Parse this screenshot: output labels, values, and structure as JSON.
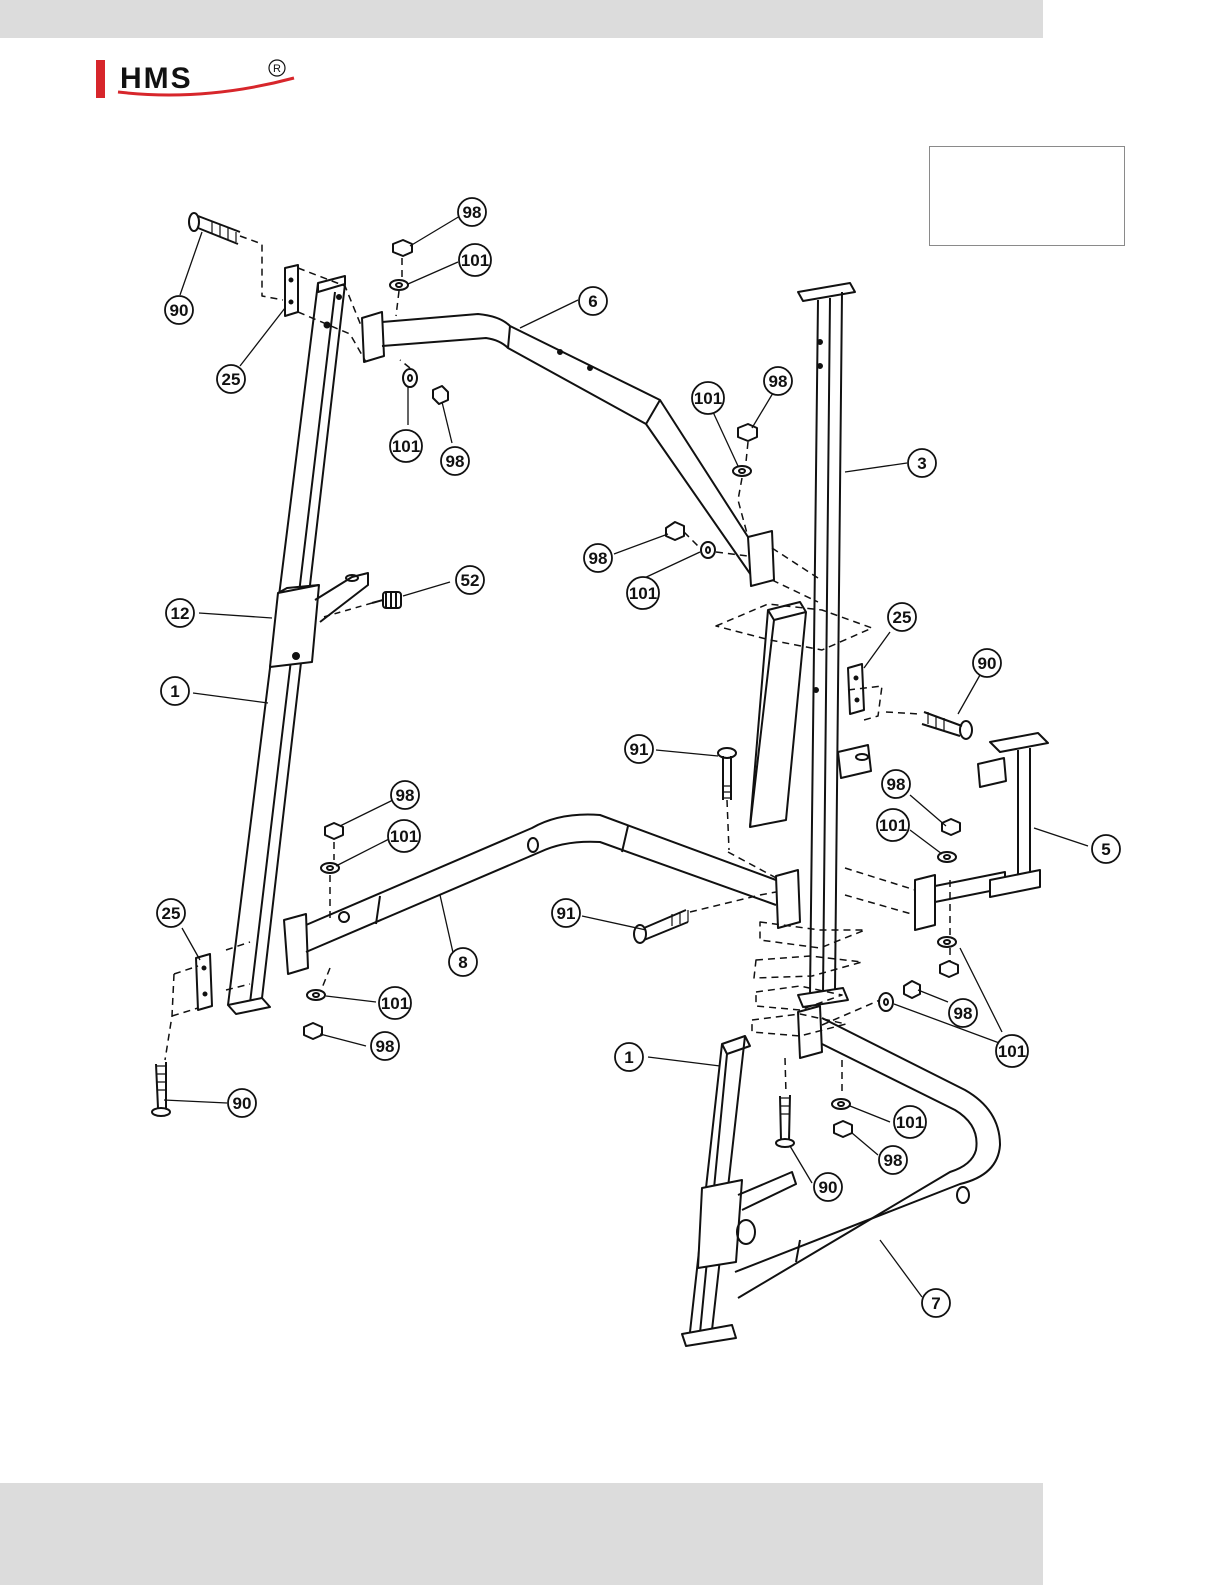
{
  "brand": {
    "logo_text": "HMS",
    "registered_mark": "R",
    "accent_color": "#d7262b"
  },
  "callouts": [
    {
      "id": "c-90-a",
      "label": "90"
    },
    {
      "id": "c-25-a",
      "label": "25"
    },
    {
      "id": "c-98-a",
      "label": "98"
    },
    {
      "id": "c-101-a",
      "label": "101"
    },
    {
      "id": "c-6",
      "label": "6"
    },
    {
      "id": "c-101-b",
      "label": "101"
    },
    {
      "id": "c-98-b",
      "label": "98"
    },
    {
      "id": "c-101-c",
      "label": "101"
    },
    {
      "id": "c-98-c",
      "label": "98"
    },
    {
      "id": "c-3",
      "label": "3"
    },
    {
      "id": "c-98-d",
      "label": "98"
    },
    {
      "id": "c-101-d",
      "label": "101"
    },
    {
      "id": "c-52",
      "label": "52"
    },
    {
      "id": "c-12",
      "label": "12"
    },
    {
      "id": "c-25-b",
      "label": "25"
    },
    {
      "id": "c-90-b",
      "label": "90"
    },
    {
      "id": "c-1-a",
      "label": "1"
    },
    {
      "id": "c-91-a",
      "label": "91"
    },
    {
      "id": "c-98-e",
      "label": "98"
    },
    {
      "id": "c-101-e",
      "label": "101"
    },
    {
      "id": "c-5",
      "label": "5"
    },
    {
      "id": "c-98-f",
      "label": "98"
    },
    {
      "id": "c-101-f",
      "label": "101"
    },
    {
      "id": "c-25-c",
      "label": "25"
    },
    {
      "id": "c-8",
      "label": "8"
    },
    {
      "id": "c-91-b",
      "label": "91"
    },
    {
      "id": "c-101-g",
      "label": "101"
    },
    {
      "id": "c-98-g",
      "label": "98"
    },
    {
      "id": "c-98-h",
      "label": "98"
    },
    {
      "id": "c-101-h",
      "label": "101"
    },
    {
      "id": "c-90-c",
      "label": "90"
    },
    {
      "id": "c-1-b",
      "label": "1"
    },
    {
      "id": "c-101-i",
      "label": "101"
    },
    {
      "id": "c-98-i",
      "label": "98"
    },
    {
      "id": "c-90-d",
      "label": "90"
    },
    {
      "id": "c-7",
      "label": "7"
    }
  ]
}
